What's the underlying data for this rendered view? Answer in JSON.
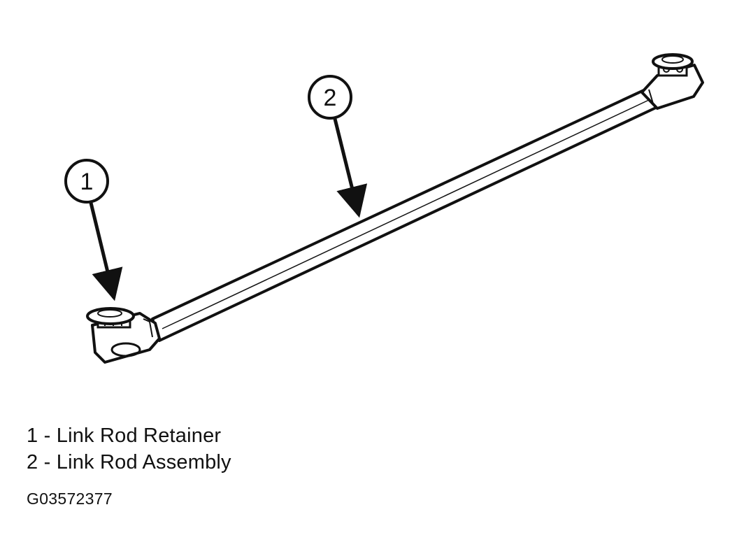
{
  "callouts": [
    {
      "number": "1",
      "label": "Link Rod Retainer"
    },
    {
      "number": "2",
      "label": "Link Rod Assembly"
    }
  ],
  "legend_separator": "-",
  "figure_id": "G03572377",
  "colors": {
    "ink": "#111111",
    "paper": "#ffffff"
  }
}
